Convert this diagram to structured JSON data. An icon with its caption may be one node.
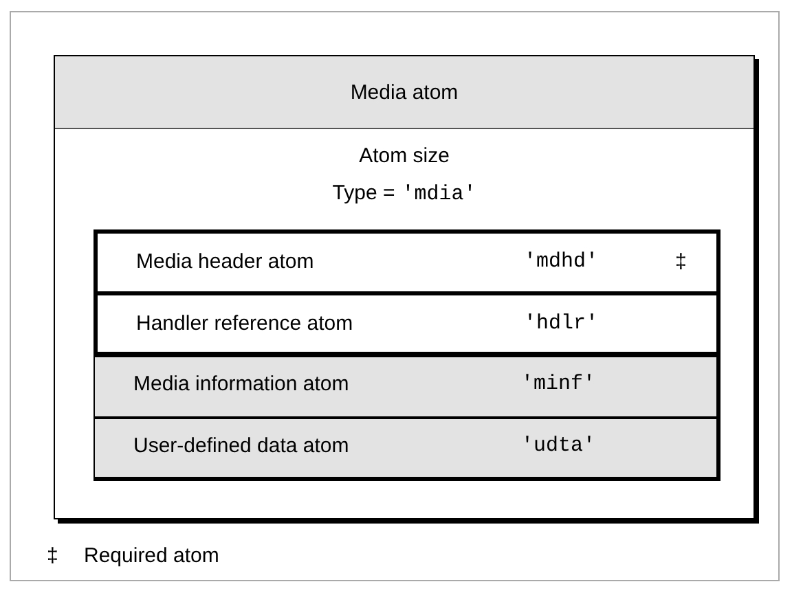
{
  "diagram": {
    "nodes": [
      {
        "text": [
          "Media atom",
          "Atom size",
          "Type =",
          "'mdia'"
        ]
      },
      {
        "text": [
          "Media header atom",
          "'mdhd'",
          "‡"
        ],
        "in": 0
      },
      {
        "text": [
          "Handler reference atom",
          "'hdlr'"
        ],
        "in": 0
      },
      {
        "text": [
          "Media information atom",
          "'minf'"
        ],
        "in": 0
      },
      {
        "text": [
          "User-defined data atom",
          "'udta'"
        ],
        "in": 0
      }
    ],
    "labels": [
      "‡",
      "Required atom"
    ]
  }
}
